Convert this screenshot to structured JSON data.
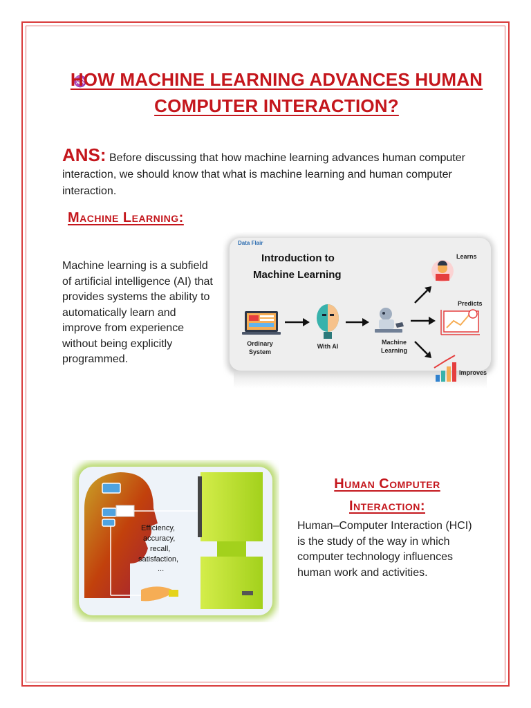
{
  "title": "HOW MACHINE LEARNING ADVANCES HUMAN COMPUTER INTERACTION?",
  "bullet_icon": "link-bullet-icon",
  "answer": {
    "label": "ANS:",
    "text": " Before discussing that how machine learning advances human computer interaction, we should know that what is machine learning and human computer interaction."
  },
  "machine_learning": {
    "heading": "Machine Learning:",
    "body": "Machine learning is a subfield of artificial intelligence (AI) that provides systems the ability to automatically learn and improve from experience without being explicitly programmed.",
    "figure": {
      "brand": "Data Flair",
      "title_line1": "Introduction to",
      "title_line2": "Machine Learning",
      "node_ordinary": "Ordinary System",
      "node_ai": "With AI",
      "node_ml": "Machine Learning",
      "out_learns": "Learns",
      "out_predicts": "Predicts",
      "out_improves": "Improves"
    }
  },
  "hci": {
    "heading_line1": "Human Computer",
    "heading_line2": "Interaction:",
    "body": "Human–Computer Interaction (HCI) is the study of the way in which computer technology influences human work and activities.",
    "figure": {
      "line1": "Efficiency,",
      "line2": "accuracy,",
      "line3": "recall,",
      "line4": "satisfaction,",
      "line5": "..."
    }
  },
  "colors": {
    "accent": "#c4161c",
    "frame": "#d93a3a"
  }
}
